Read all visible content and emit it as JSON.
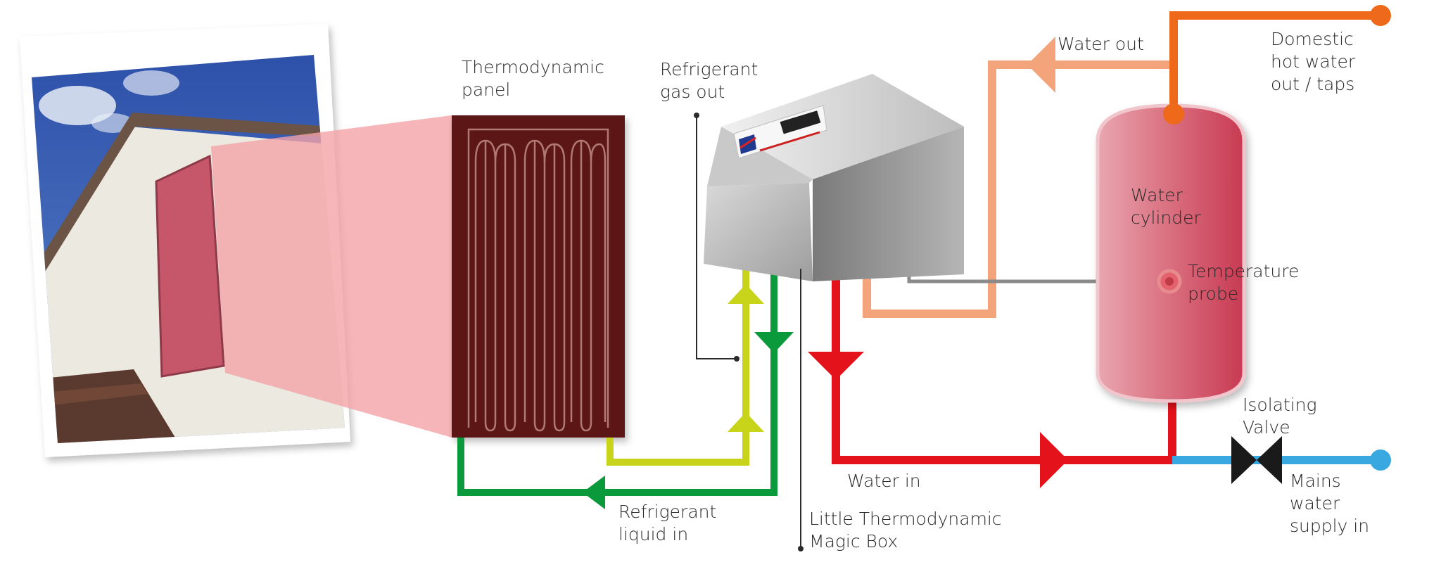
{
  "labels": {
    "panel": [
      "Thermodynamic",
      "panel"
    ],
    "gas_out": [
      "Refrigerant",
      "gas out"
    ],
    "water_out": [
      "Water out"
    ],
    "domestic": [
      "Domestic",
      "hot water",
      "out / taps"
    ],
    "cylinder": [
      "Water",
      "cylinder"
    ],
    "probe": [
      "Temperature",
      "probe"
    ],
    "valve": [
      "Isolating",
      "Valve"
    ],
    "mains": [
      "Mains",
      "water",
      "supply in"
    ],
    "water_in": [
      "Water in"
    ],
    "liquid_in": [
      "Refrigerant",
      "liquid in"
    ],
    "magic_box": [
      "Little Thermodynamic",
      "Magic Box"
    ]
  },
  "colors": {
    "panel": "#5c1517",
    "panel_lines": "#b07a72",
    "pink_beam": "#f4a3a8",
    "refrigerant_gas": "#c8d41a",
    "refrigerant_liquid": "#0a9a3c",
    "water_in": "#e3121b",
    "water_out": "#f3a47a",
    "hot_water": "#ee6a1a",
    "mains": "#3aa8e0",
    "probe_line": "#8a8a8a",
    "cylinder": "#d7566b",
    "valve": "#1a1a1a"
  }
}
